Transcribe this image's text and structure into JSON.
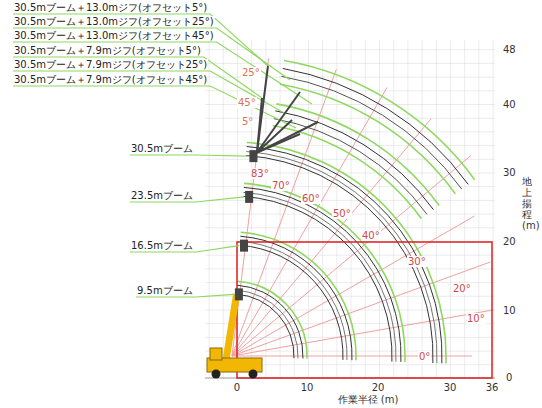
{
  "diagram": {
    "labels": [
      "30.5mブーム＋13.0mジフ(オフセット5°)",
      "30.5mブーム＋13.0mジフ(オフセット25°)",
      "30.5mブーム＋13.0mジフ(オフセット45°)",
      "30.5mブーム＋7.9mジフ(オフセット5°)",
      "30.5mブーム＋7.9mジフ(オフセット25°)",
      "30.5mブーム＋7.9mジフ(オフセット45°)",
      "30.5mブーム",
      "23.5mブーム",
      "16.5mブーム",
      "9.5mブーム",
      "25°",
      "45°",
      "5°",
      "83°",
      "70°",
      "60°",
      "50°",
      "40°",
      "30°",
      "20°",
      "10°",
      "0°",
      "48",
      "40",
      "30",
      "20",
      "10",
      "0",
      "0",
      "10",
      "20",
      "30",
      "36",
      "作業半径 (m)",
      "地上揚程(m)"
    ]
  }
}
